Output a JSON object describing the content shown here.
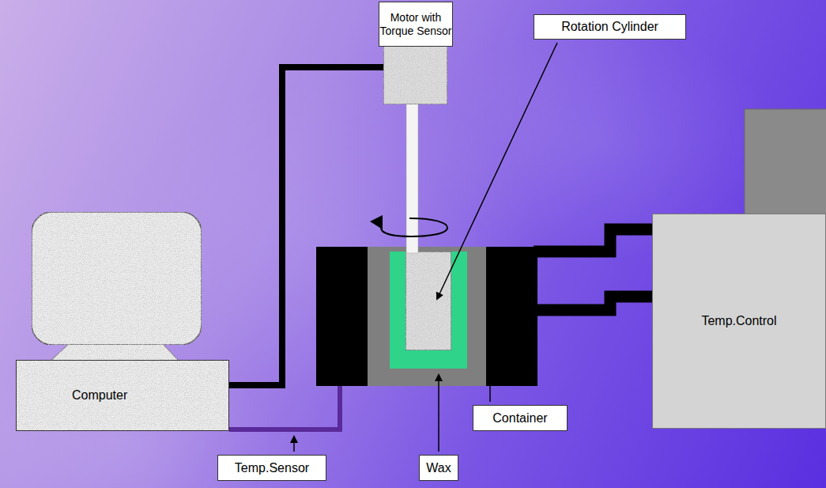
{
  "diagram": {
    "nodes": [
      {
        "text": [
          "Motor with Torque Sensor"
        ]
      },
      {
        "text": [
          "Rotation Cylinder"
        ]
      },
      {
        "text": [
          "Temp.Control"
        ]
      },
      {
        "text": [
          "Computer"
        ]
      },
      {
        "text": [
          "Container"
        ]
      },
      {
        "text": [
          "Temp.Sensor"
        ]
      },
      {
        "text": [
          "Wax"
        ]
      }
    ]
  }
}
